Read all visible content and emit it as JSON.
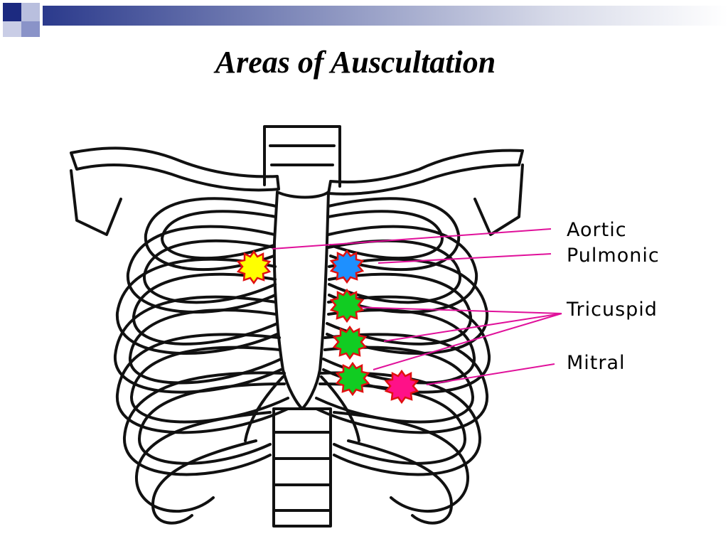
{
  "slide": {
    "title": "Areas of Auscultation"
  },
  "colors": {
    "bone_outline": "#111111",
    "pointer_line": "#e0109a",
    "aortic_marker": "#ffff00",
    "pulmonic_marker": "#1e90ff",
    "tricuspid_marker": "#11cc22",
    "mitral_marker": "#ff1188",
    "marker_border": "#e01010",
    "header_bar": "#2b3a8c"
  },
  "labels": {
    "aortic": "Aortic",
    "pulmonic": "Pulmonic",
    "tricuspid": "Tricuspid",
    "mitral": "Mitral"
  }
}
